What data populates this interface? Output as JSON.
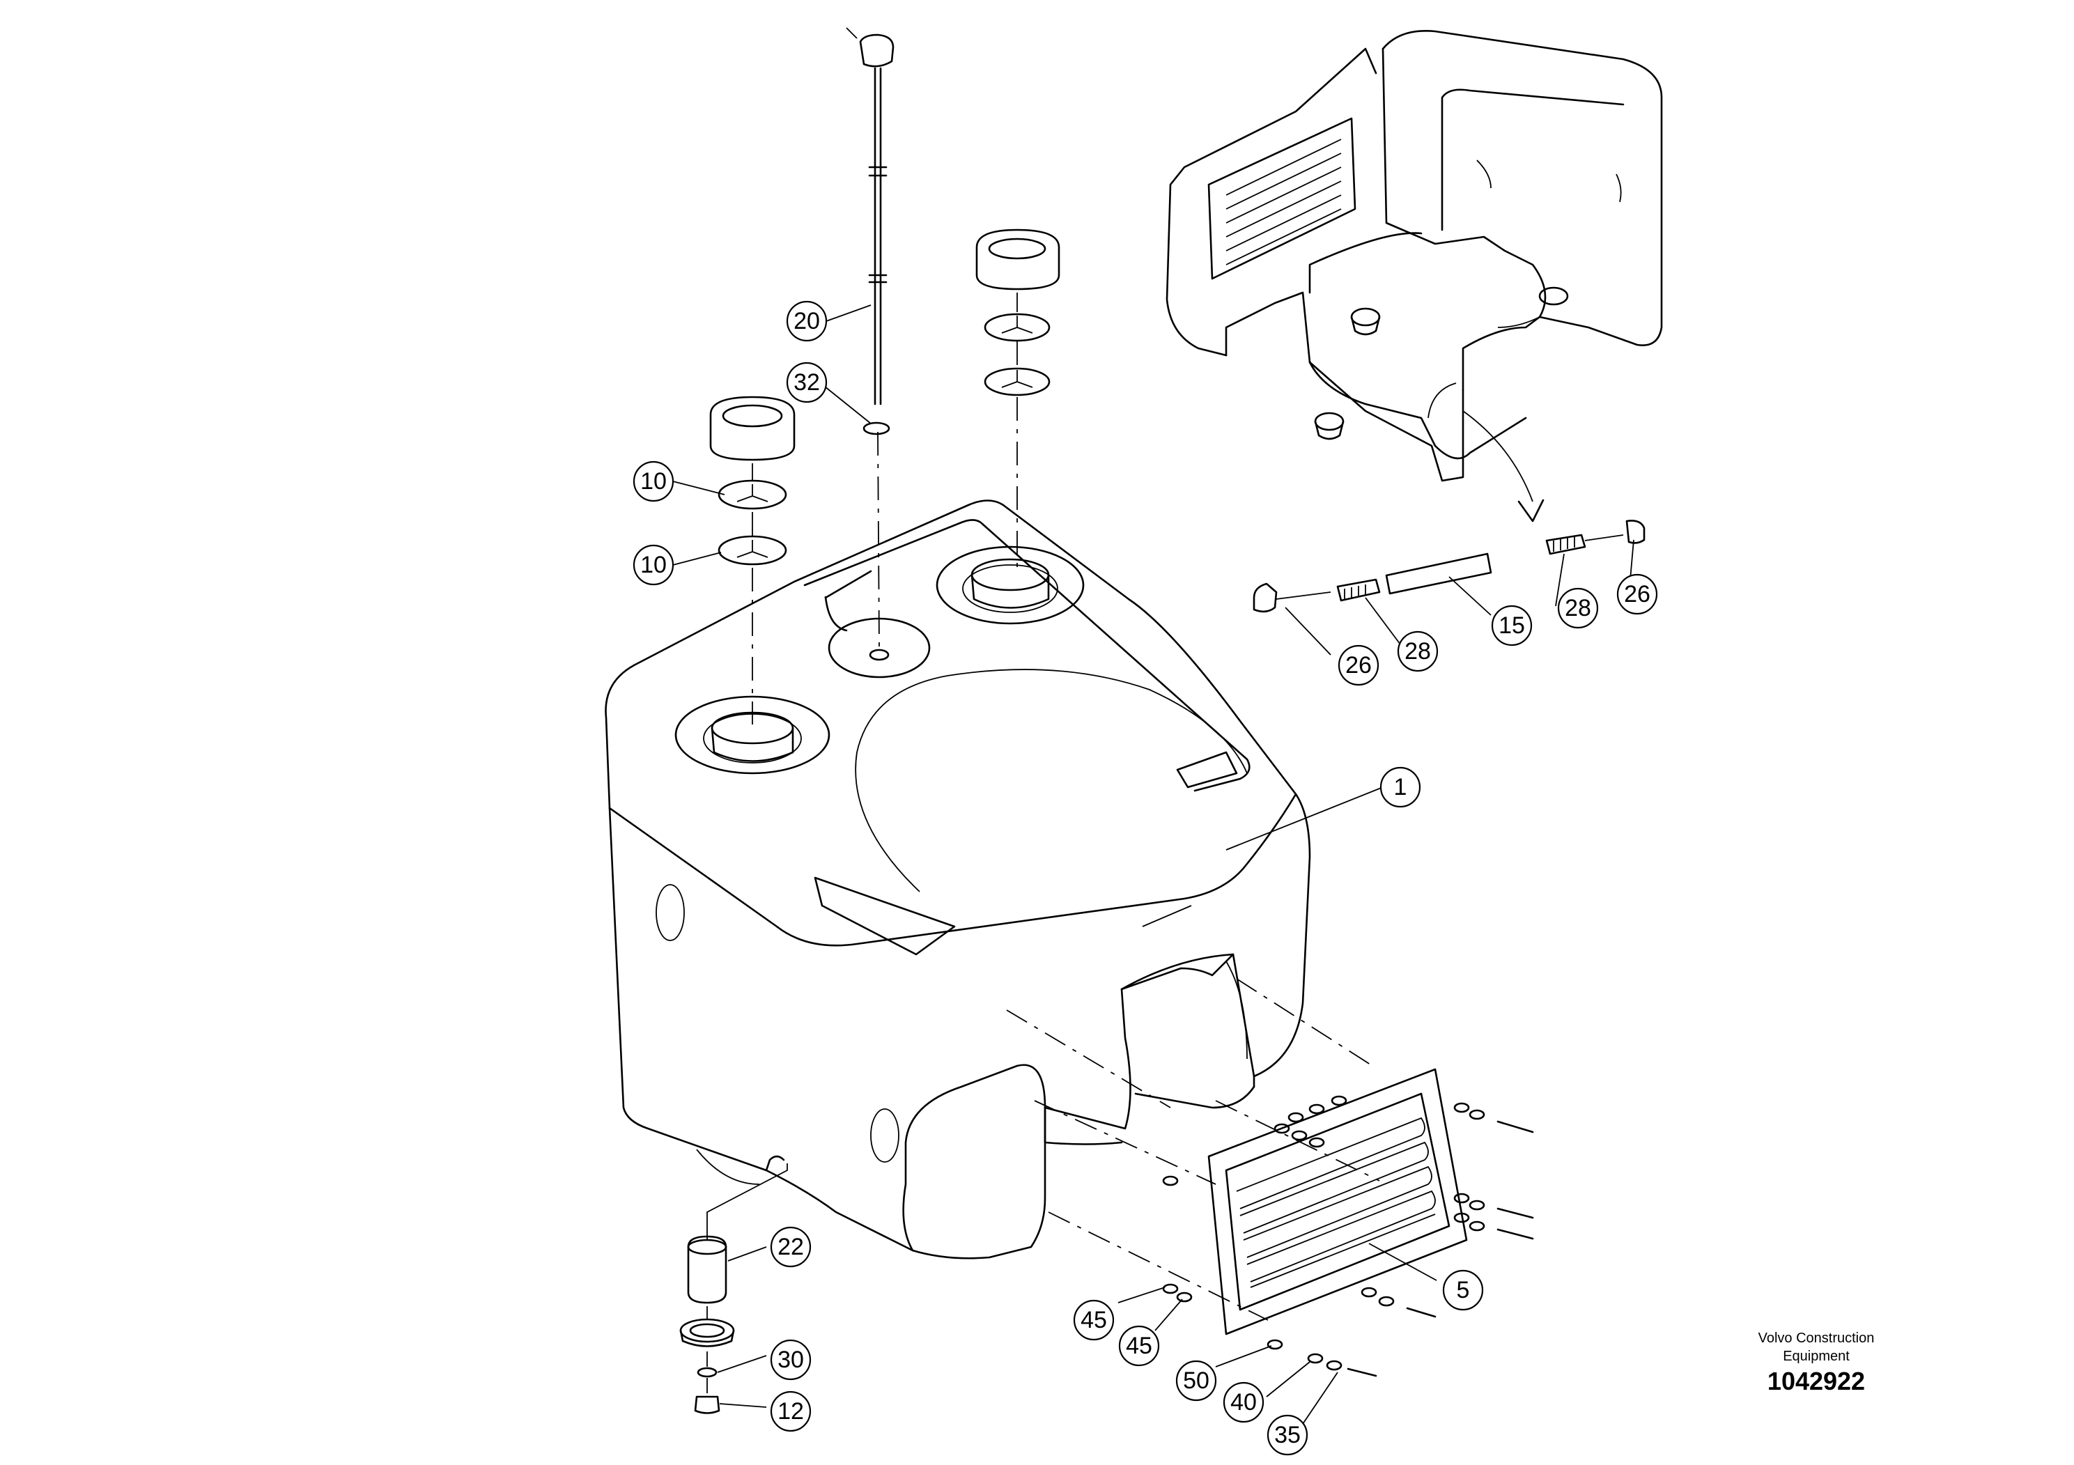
{
  "callouts": {
    "c20": "20",
    "c32": "32",
    "c10a": "10",
    "c10b": "10",
    "c1": "1",
    "c26a": "26",
    "c28a": "28",
    "c15": "15",
    "c28b": "28",
    "c26b": "26",
    "c22": "22",
    "c30": "30",
    "c12": "12",
    "c5": "5",
    "c45a": "45",
    "c45b": "45",
    "c50": "50",
    "c40": "40",
    "c35": "35"
  },
  "footer": {
    "company_line1": "Volvo Construction",
    "company_line2": "Equipment",
    "document_number": "1042922"
  }
}
